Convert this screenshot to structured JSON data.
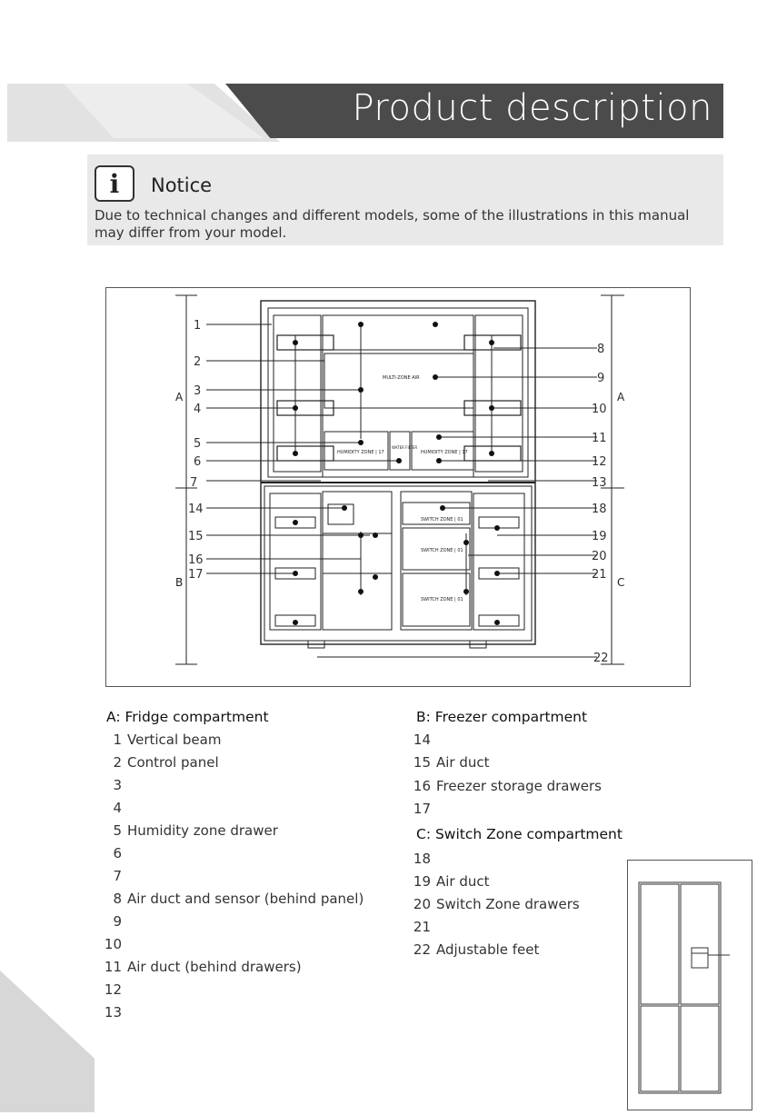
{
  "header": {
    "title": "Product description"
  },
  "notice": {
    "title": "Notice",
    "text": "Due to technical changes and different models, some of the illustrations in this manual may differ from your model.",
    "icon": "info-icon"
  },
  "diagram": {
    "zone_labels": {
      "A": "A",
      "B": "B",
      "C": "C"
    },
    "callouts": [
      "1",
      "2",
      "3",
      "4",
      "5",
      "6",
      "7",
      "8",
      "9",
      "10",
      "11",
      "12",
      "13",
      "14",
      "15",
      "16",
      "17",
      "18",
      "19",
      "20",
      "21",
      "22"
    ],
    "panel_texts": {
      "multi_zone": "MULTI-ZONE AIR",
      "humidity_left": "HUMIDITY ZONE | 17",
      "humidity_right": "HUMIDITY ZONE | 17",
      "water_filter": "WATER FILTER",
      "switch_1": "SWITCH ZONE | 01",
      "switch_2": "SWITCH ZONE | 01",
      "switch_3": "SWITCH ZONE | 01"
    }
  },
  "legend": {
    "fridge": {
      "title": "A: Fridge compartment",
      "items": [
        {
          "n": "1",
          "label": "Vertical beam"
        },
        {
          "n": "2",
          "label": "Control panel"
        },
        {
          "n": "3",
          "label": ""
        },
        {
          "n": "4",
          "label": ""
        },
        {
          "n": "5",
          "label": "Humidity zone drawer"
        },
        {
          "n": "6",
          "label": ""
        },
        {
          "n": "7",
          "label": ""
        },
        {
          "n": "8",
          "label": "Air duct and sensor (behind panel)"
        },
        {
          "n": "9",
          "label": ""
        },
        {
          "n": "10",
          "label": ""
        },
        {
          "n": "11",
          "label": "Air duct (behind drawers)"
        },
        {
          "n": "12",
          "label": ""
        },
        {
          "n": "13",
          "label": ""
        }
      ]
    },
    "freezer": {
      "title": "B: Freezer compartment",
      "items": [
        {
          "n": "14",
          "label": ""
        },
        {
          "n": "15",
          "label": "Air duct"
        },
        {
          "n": "16",
          "label": "Freezer storage drawers"
        },
        {
          "n": "17",
          "label": ""
        }
      ]
    },
    "switch": {
      "title": "C: Switch Zone compartment",
      "items": [
        {
          "n": "18",
          "label": ""
        },
        {
          "n": "19",
          "label": "Air duct"
        },
        {
          "n": "20",
          "label": "Switch Zone drawers"
        },
        {
          "n": "21",
          "label": ""
        },
        {
          "n": "22",
          "label": "Adjustable feet"
        }
      ]
    }
  }
}
